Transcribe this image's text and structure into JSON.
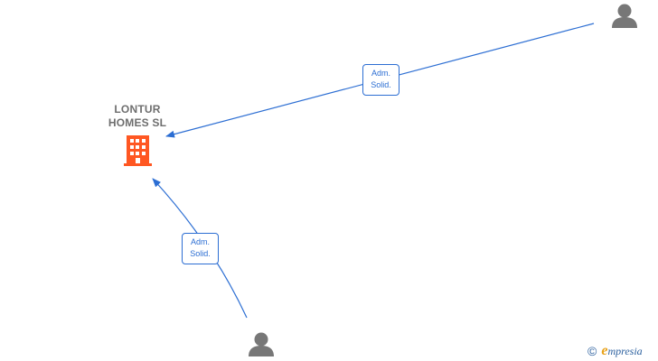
{
  "company": {
    "name": "LONTUR\nHOMES  SL",
    "icon": "building-icon",
    "color": "#ff5722"
  },
  "people": [
    {
      "id": "person-top-right",
      "icon": "person-icon"
    },
    {
      "id": "person-bottom",
      "icon": "person-icon"
    }
  ],
  "relations": [
    {
      "from": "person-top-right",
      "to": "company",
      "label_line1": "Adm.",
      "label_line2": "Solid."
    },
    {
      "from": "person-bottom",
      "to": "company",
      "label_line1": "Adm.",
      "label_line2": "Solid."
    }
  ],
  "colors": {
    "edge": "#2c6ed3",
    "person": "#777777",
    "company_label": "#6e6e6e"
  },
  "watermark": {
    "copyright": "©",
    "brand_first": "e",
    "brand_rest": "mpresia"
  }
}
